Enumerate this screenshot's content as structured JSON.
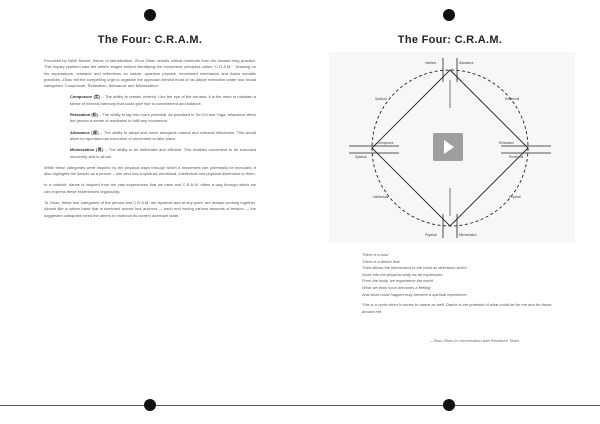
{
  "left_page": {
    "title": "The Four: C.R.A.M.",
    "intro": "Provoked by NAW Moves' theme of identification, Zhuo Zihao revisits critical moments from his decade-long practice. This inquiry platform saw the artist's stages behind identifying the movement principles called \"C.R.A.M.\". Drawing on his explorations, research and reflections on nature, quantum physics, movement mechanics and Asian somatic practices, Zihao felt the compelling urge to organise the approach behind most of his dance execution under four broad categories: Composure, Relaxation, Allowance and Minimization.",
    "principles": [
      {
        "term": "Composure (定)",
        "text": " – The ability to remain centred. Like the eye of the tornado, it is the need to maintain a sense of internal harmony that could give rise to commitment and balance."
      },
      {
        "term": "Relaxation (松)",
        "text": " – The ability to tap into one's potential. As practised in Tai Chi and Yoga, relaxation offers the person a sense of readiness to fulfil any movement."
      },
      {
        "term": "Allowance (顺)",
        "text": " – The ability to adapt and move alongside natural and external influences. This would allow for spontaneous execution of movement to take place."
      },
      {
        "term": "Minimization (简)",
        "text": " – The ability to be deliberate and efficient. This enables movement to be executed succinctly and in whole."
      }
    ],
    "body": [
      "While these categories were inspired by the physical ways through which a movement can potentially be executed, it also highlights the dancer as a person – one who has a spiritual, emotional, intellectual and physical dimension to them.",
      "In a nutshell, dance is inspired from the vast experiences that we have and C.R.A.M. offers a way through which we can express these experiences organically.",
      "To Zihao, these four categories of the person and C.R.A.M. are dynamic and at any point, are always working together. Almost like a rubber band that is stretched across four anchors — each end having various amounts of tension — the suggested categories need the others to reinforce its current dominant state."
    ]
  },
  "right_page": {
    "title": "The Four: C.R.A.M.",
    "diagram": {
      "labels": [
        "Composure",
        "Relaxation",
        "Allowance",
        "Minimization",
        "Spiritual",
        "Emotional",
        "Intellect",
        "Physical"
      ],
      "corner_labels": [
        "Spiritual",
        "Emotional",
        "Intellectual",
        "Physical"
      ]
    },
    "poem": [
      "There is a soul",
      "There is a desire that",
      "Then allows the information to the mind as directions which",
      "Goes into the physical body as an expression",
      "From the body, we experience the world",
      "What we think soon becomes a feeling",
      "And what could happen may become a spiritual experience.",
      "",
      "This is a cycle when it comes to dance as well. Dance is the potential of what could be for me and for those around me."
    ],
    "credit": "– Zhuo Zihao in conversation with Research Team"
  },
  "icons": {
    "play": "play-icon"
  }
}
